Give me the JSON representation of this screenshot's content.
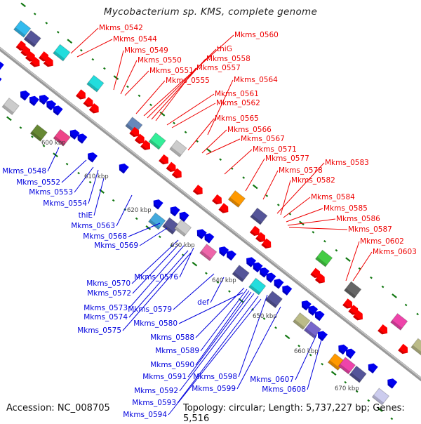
{
  "title": "Mycobacterium sp. KMS, complete genome",
  "footer": {
    "accession": "Accession: NC_008705",
    "summary": "Topology: circular; Length: 5,737,227 bp; Genes: 5,516"
  },
  "colors": {
    "forward_label": "#ee0000",
    "reverse_label": "#0000dd",
    "backbone": "#999999",
    "tick": "#117711"
  },
  "scale_labels": [
    "600 kbp",
    "610 kbp",
    "620 kbp",
    "630 kbp",
    "640 kbp",
    "650 kbp",
    "660 kbp",
    "670 kbp"
  ],
  "forward_genes": [
    "Mkms_0542",
    "Mkms_0544",
    "Mkms_0549",
    "Mkms_0550",
    "Mkms_0551",
    "Mkms_0555",
    "Mkms_0560",
    "thiG",
    "Mkms_0558",
    "Mkms_0557",
    "Mkms_0564",
    "Mkms_0561",
    "Mkms_0562",
    "Mkms_0565",
    "Mkms_0566",
    "Mkms_0567",
    "Mkms_0571",
    "Mkms_0577",
    "Mkms_0578",
    "Mkms_0583",
    "Mkms_0582",
    "Mkms_0584",
    "Mkms_0585",
    "Mkms_0586",
    "Mkms_0587",
    "Mkms_0602",
    "Mkms_0603"
  ],
  "reverse_genes": [
    "Mkms_0548",
    "Mkms_0552",
    "Mkms_0553",
    "Mkms_0554",
    "thiE",
    "Mkms_0563",
    "Mkms_0568",
    "Mkms_0569",
    "Mkms_0570",
    "Mkms_0576",
    "Mkms_0572",
    "Mkms_0573",
    "Mkms_0579",
    "Mkms_0574",
    "def",
    "Mkms_0575",
    "Mkms_0580",
    "Mkms_0588",
    "Mkms_0589",
    "Mkms_0590",
    "Mkms_0591",
    "Mkms_0598",
    "Mkms_0592",
    "Mkms_0599",
    "Mkms_0593",
    "Mkms_0594",
    "Mkms_0607",
    "Mkms_0608"
  ]
}
